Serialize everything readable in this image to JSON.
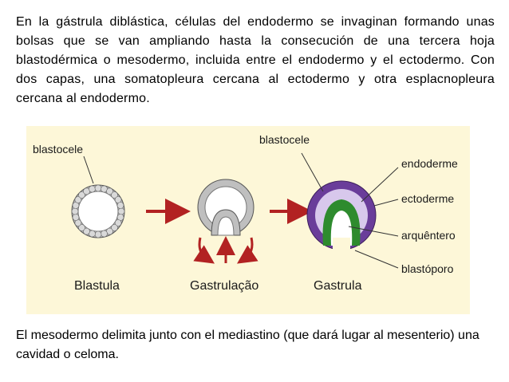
{
  "intro_text": "En la gástrula diblástica, células del endodermo se invaginan formando unas bolsas que se van ampliando hasta la consecución de una tercera hoja blastodérmica o mesodermo, incluida entre el endodermo y el ectodermo. Con dos capas, una somatopleura cercana al ectodermo y otra esplacnopleura cercana al endodermo.",
  "figure": {
    "stage_labels": {
      "blastula": "Blastula",
      "gastrulation": "Gastrulação",
      "gastrula": "Gastrula"
    },
    "part_labels": {
      "blastocele_left": "blastocele",
      "blastocele_right": "blastocele",
      "endoderme": "endoderme",
      "ectoderme": "ectoderme",
      "arquentero": "arquêntero",
      "blastoporo": "blastóporo"
    },
    "colors": {
      "background": "#fdf7d8",
      "arrow": "#b22222",
      "blastula_cells": "#d9d9d9",
      "ectoderm": "#6a3d9a",
      "endoderm": "#2e8b2e",
      "inner_cavity": "#ffffff"
    }
  },
  "closing_text": "El mesodermo delimita junto con el mediastino (que dará lugar al mesenterio) una cavidad o celoma."
}
